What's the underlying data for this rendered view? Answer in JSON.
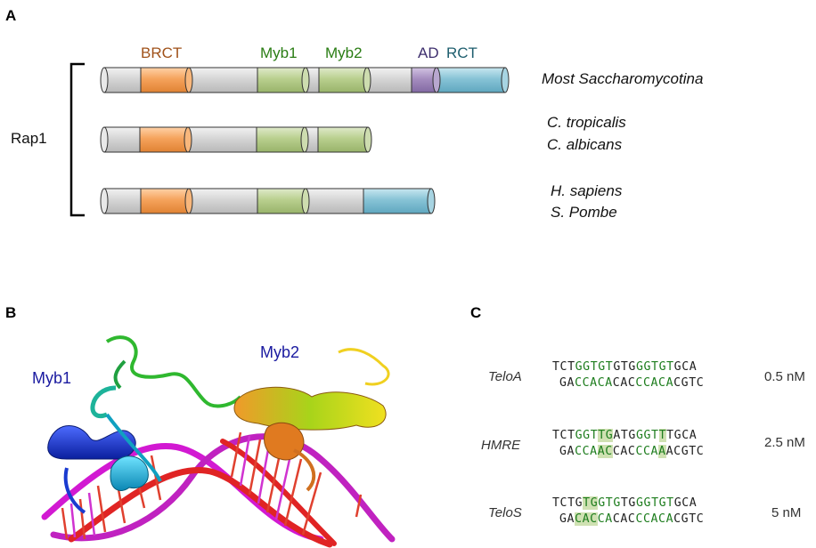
{
  "panels": {
    "a": "A",
    "b": "B",
    "c": "C"
  },
  "domains": {
    "brct": {
      "label": "BRCT",
      "color": "#a0521a"
    },
    "myb1": {
      "label": "Myb1",
      "color": "#2a7d14"
    },
    "myb2": {
      "label": "Myb2",
      "color": "#2a7d14"
    },
    "ad": {
      "label": "AD",
      "color": "#3e2f6e"
    },
    "rct": {
      "label": "RCT",
      "color": "#1e5e6e"
    }
  },
  "protein_label": "Rap1",
  "species": {
    "row1": "Most Saccharomycotina",
    "row2a": "C. tropicalis",
    "row2b": "C. albicans",
    "row3a": "H. sapiens",
    "row3b": "S. Pombe"
  },
  "structure_labels": {
    "myb1": "Myb1",
    "myb2": "Myb2"
  },
  "sequences": [
    {
      "name": "TeloA",
      "kd": "0.5 nM",
      "top": "TCTGGTGTGTGGGTGTGCA",
      "bottom": "GACCACACACCCACACGTC"
    },
    {
      "name": "HMRE",
      "kd": "2.5 nM",
      "top": "TCTGGTTGATGGGTTTGCA",
      "bottom": "GACCAACCACCCAAACGTC"
    },
    {
      "name": "TeloS",
      "kd": "5 nM",
      "top": "TCTGTGGTGTGGGTGTGCA",
      "bottom": "GACACCACACCCACACGTC"
    }
  ],
  "colors": {
    "bar_gray": "#d4d4d4",
    "brct_fill": "#f5a35c",
    "myb_fill": "#b9cf8e",
    "ad_fill": "#a58dbf",
    "rct_fill": "#87c3d6",
    "seq_green": "#1e7d1e",
    "seq_highlight": "#cfe1b2"
  }
}
